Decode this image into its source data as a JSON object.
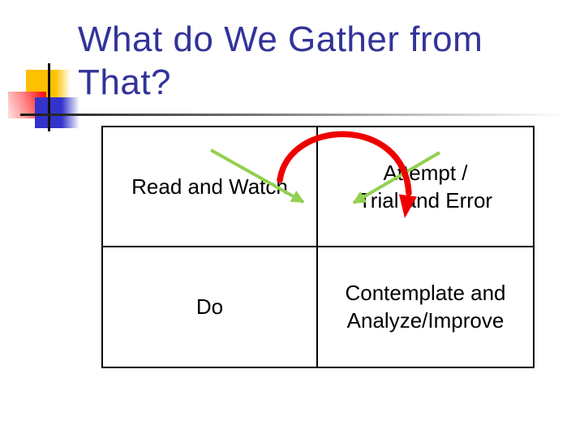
{
  "slide": {
    "title": {
      "lines": [
        "What do We Gather from",
        "That?"
      ]
    }
  },
  "quadrant_table": {
    "cells": [
      {
        "position": "top-left",
        "lines": [
          "Read and Watch",
          ""
        ]
      },
      {
        "position": "top-right",
        "lines": [
          "Attempt /",
          "Trial and Error"
        ]
      },
      {
        "position": "bottom-left",
        "lines": [
          "Do",
          ""
        ]
      },
      {
        "position": "bottom-right",
        "lines": [
          "Contemplate and",
          "Analyze/Improve"
        ]
      }
    ]
  },
  "colors": {
    "title_text": "#333399",
    "table_border": "#000000",
    "cell_text": "#000000",
    "green_arrow": "#92D050",
    "red_arrow": "#EE0000",
    "decor_gold": "#FFC000",
    "decor_red": "#FF0F0F",
    "decor_blue": "#3333CC"
  }
}
